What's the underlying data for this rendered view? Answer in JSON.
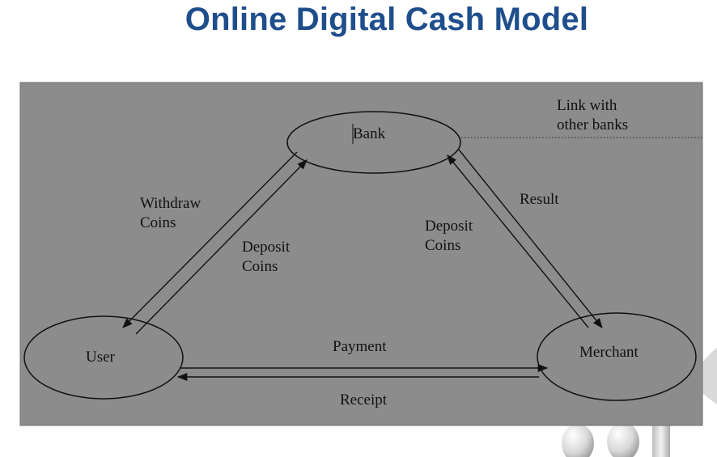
{
  "slide": {
    "title": "Online Digital Cash Model"
  },
  "diagram": {
    "nodes": {
      "bank": "Bank",
      "user": "User",
      "merchant": "Merchant"
    },
    "link_note": [
      "Link with",
      "other banks"
    ],
    "edges": {
      "withdraw": [
        "Withdraw",
        "Coins"
      ],
      "user_deposit": [
        "Deposit",
        "Coins"
      ],
      "merchant_deposit": [
        "Deposit",
        "Coins"
      ],
      "result": "Result",
      "payment": "Payment",
      "receipt": "Receipt"
    }
  }
}
